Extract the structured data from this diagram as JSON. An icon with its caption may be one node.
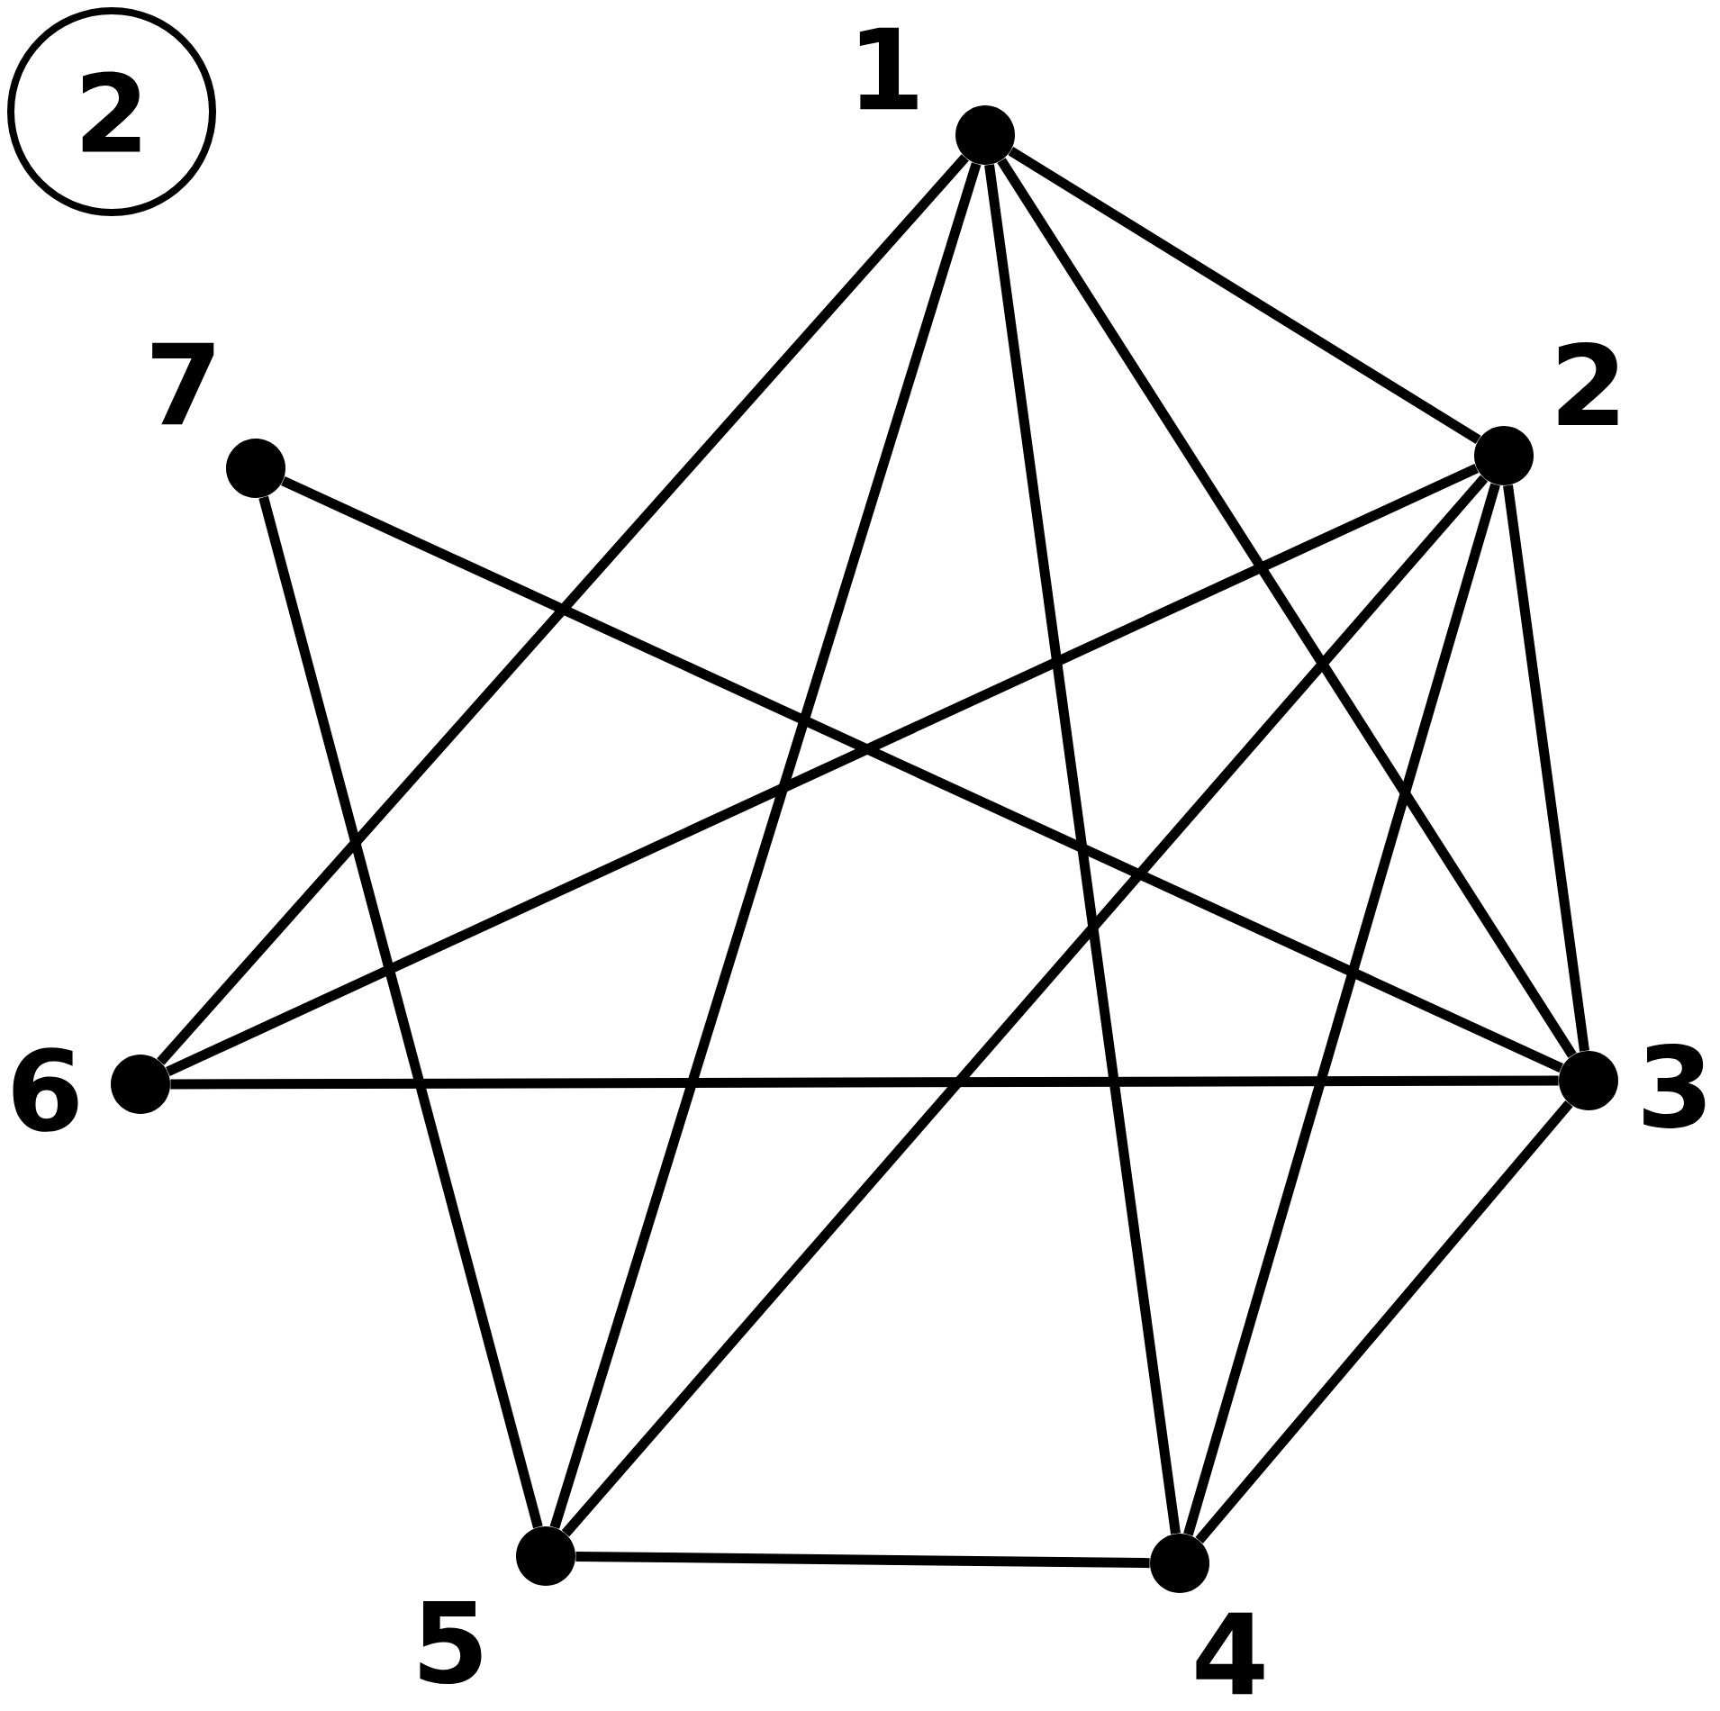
{
  "diagram": {
    "nodes": [
      {
        "text": [
          "2"
        ]
      },
      {
        "text": [],
        "shape": "circle",
        "beside": [
          "1"
        ]
      },
      {
        "text": [],
        "shape": "circle",
        "beside": [
          "2"
        ]
      },
      {
        "text": [],
        "shape": "circle",
        "beside": [
          "3"
        ]
      },
      {
        "text": [],
        "shape": "circle",
        "beside": [
          "4"
        ]
      },
      {
        "text": [],
        "shape": "circle",
        "beside": [
          "5"
        ]
      },
      {
        "text": [],
        "shape": "circle",
        "beside": [
          "6"
        ]
      },
      {
        "text": [],
        "shape": "circle",
        "beside": [
          "7"
        ]
      }
    ],
    "edges": [
      {
        "from": 1,
        "to": 2,
        "arrow": "none"
      },
      {
        "from": 1,
        "to": 6,
        "arrow": "none"
      },
      {
        "from": 1,
        "to": 5,
        "arrow": "none"
      },
      {
        "from": 1,
        "to": 4,
        "arrow": "none"
      },
      {
        "from": 1,
        "to": 3,
        "arrow": "none"
      },
      {
        "from": 2,
        "to": 6,
        "arrow": "none"
      },
      {
        "from": 2,
        "to": 5,
        "arrow": "none"
      },
      {
        "from": 2,
        "to": 4,
        "arrow": "none"
      },
      {
        "from": 2,
        "to": 3,
        "arrow": "none"
      },
      {
        "from": 7,
        "to": 3,
        "arrow": "none"
      },
      {
        "from": 7,
        "to": 5,
        "arrow": "none"
      },
      {
        "from": 6,
        "to": 3,
        "arrow": "none"
      },
      {
        "from": 3,
        "to": 4,
        "arrow": "none"
      },
      {
        "from": 5,
        "to": 4,
        "arrow": "none"
      }
    ]
  }
}
